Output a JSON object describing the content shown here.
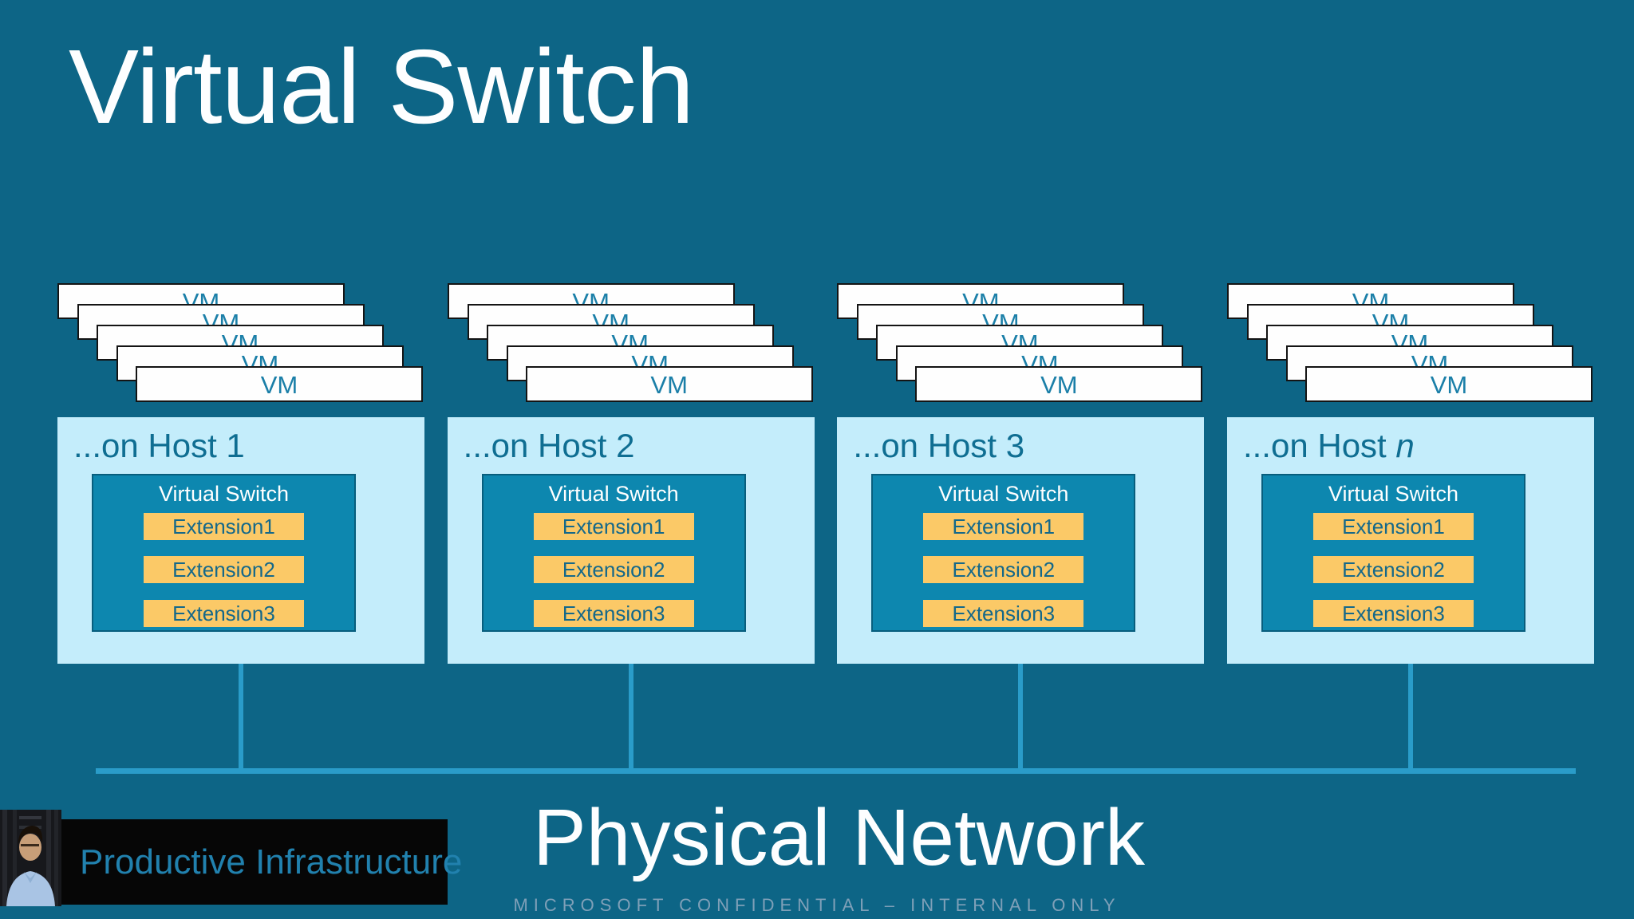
{
  "slide": {
    "title": "Virtual Switch",
    "physical_network_label": "Physical Network",
    "footer": "MICROSOFT CONFIDENTIAL – INTERNAL ONLY",
    "badge": "Productive Infrastructure"
  },
  "vm_label": "VM",
  "vm_cards_per_host": 5,
  "virtual_switch_label": "Virtual Switch",
  "extensions": [
    "Extension1",
    "Extension2",
    "Extension3"
  ],
  "hosts": [
    {
      "label_prefix": "...on Host ",
      "label_suffix": "1"
    },
    {
      "label_prefix": "...on Host ",
      "label_suffix": "2"
    },
    {
      "label_prefix": "...on Host ",
      "label_suffix": "3"
    },
    {
      "label_prefix": "...on Host ",
      "label_suffix": "n"
    }
  ],
  "colors": {
    "background": "#0d6586",
    "host_box": "#c4edfb",
    "virtual_switch_box": "#0d87af",
    "extension_bar": "#fbc967",
    "extension_text": "#14688a",
    "vm_text": "#1b7fa8",
    "host_label_text": "#0f6e92",
    "network_line": "#2a9cc9",
    "title_text": "#fdfeff",
    "footer_text": "#7fa0b8",
    "badge_text": "#2181ae",
    "badge_bar": "#060606"
  }
}
